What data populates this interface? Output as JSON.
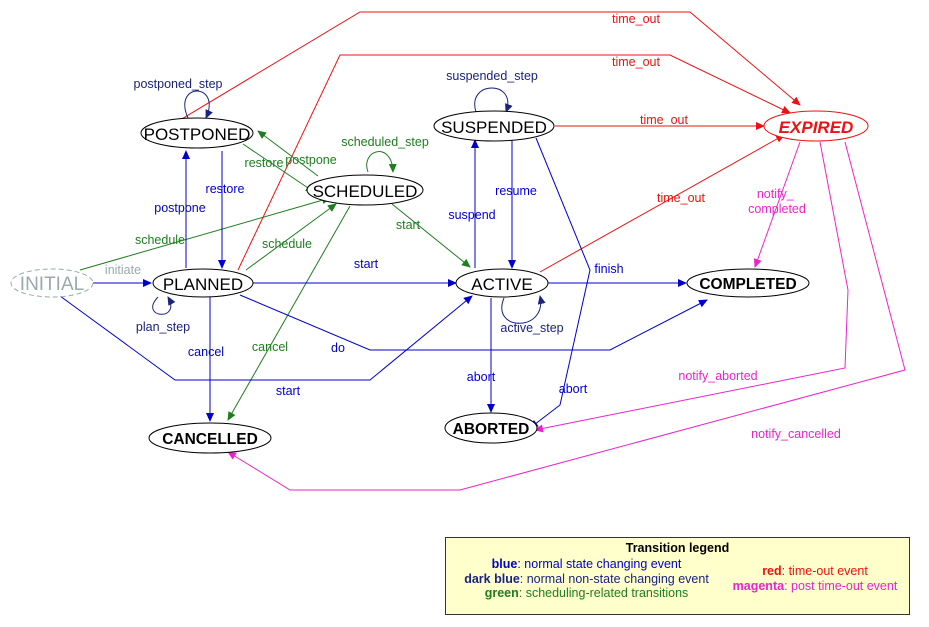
{
  "colors": {
    "blue": "#0000cc",
    "dark_blue": "#1a237e",
    "green": "#1e7d1e",
    "red": "#ee1111",
    "magenta": "#ee22cc",
    "initial": "#99aaaa",
    "legend_bg": "#ffffcc"
  },
  "states": {
    "initial": "INITIAL",
    "postponed": "POSTPONED",
    "scheduled": "SCHEDULED",
    "suspended": "SUSPENDED",
    "expired": "EXPIRED",
    "planned": "PLANNED",
    "active": "ACTIVE",
    "completed": "COMPLETED",
    "cancelled": "CANCELLED",
    "aborted": "ABORTED"
  },
  "transitions": {
    "time_out_1": "time_out",
    "time_out_2": "time_out",
    "time_out_3": "time_out",
    "time_out_4": "time_out",
    "postponed_step": "postponed_step",
    "suspended_step": "suspended_step",
    "scheduled_step": "scheduled_step",
    "restore_green": "restore",
    "postpone_green": "postpone",
    "restore_blue": "restore",
    "postpone_blue": "postpone",
    "schedule_1": "schedule",
    "schedule_2": "schedule",
    "start_green": "start",
    "suspend": "suspend",
    "resume": "resume",
    "notify_completed": "notify_\ncompleted",
    "initiate": "initiate",
    "start_blue": "start",
    "finish": "finish",
    "plan_step": "plan_step",
    "active_step": "active_step",
    "cancel_blue": "cancel",
    "cancel_green": "cancel",
    "do": "do",
    "start_bottom": "start",
    "abort_1": "abort",
    "abort_2": "abort",
    "notify_aborted": "notify_aborted",
    "notify_cancelled": "notify_cancelled"
  },
  "legend": {
    "title": "Transition legend",
    "blue_key": "blue",
    "blue_text": ": normal state changing event",
    "dark_blue_key": "dark blue",
    "dark_blue_text": ": normal non-state changing event",
    "green_key": "green",
    "green_text": ": scheduling-related transitions",
    "red_key": "red",
    "red_text": ": time-out event",
    "magenta_key": "magenta",
    "magenta_text": ": post time-out event"
  }
}
